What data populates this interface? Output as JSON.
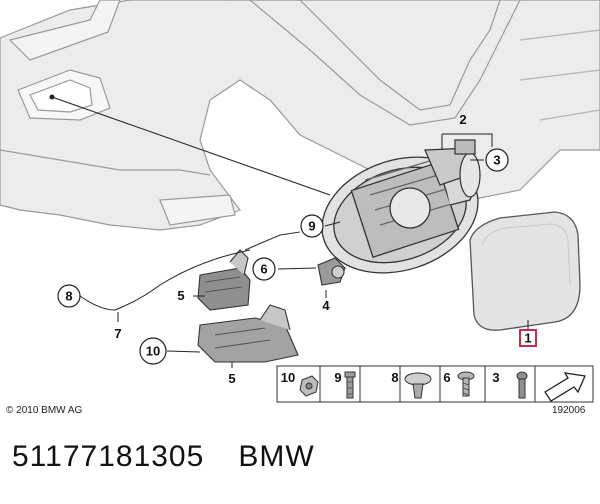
{
  "callouts": {
    "c1": "1",
    "c2": "2",
    "c3": "3",
    "c4": "4",
    "c5a": "5",
    "c5b": "5",
    "c6": "6",
    "c7": "7",
    "c8": "8",
    "c9": "9",
    "c10": "10"
  },
  "legend": {
    "items": [
      {
        "number": "10",
        "part": "hex-nut-icon"
      },
      {
        "number": "9",
        "part": "expanding-rivet-icon"
      },
      {
        "number": "8",
        "part": "plastic-clip-icon"
      },
      {
        "number": "6",
        "part": "torx-screw-icon"
      },
      {
        "number": "3",
        "part": "screw-icon"
      },
      {
        "number": "",
        "part": "pin-icon"
      },
      {
        "number": "",
        "part": "arrow-icon"
      }
    ]
  },
  "footer": {
    "copyright": "© 2010 BMW AG",
    "diagram_id": "192006",
    "part_number": "51177181305",
    "brand": "BMW"
  },
  "colors": {
    "body_panel_fill": "#ececec",
    "line": "#333333",
    "highlight_box": "#c0143c",
    "legend_bg": "#ffffff"
  }
}
